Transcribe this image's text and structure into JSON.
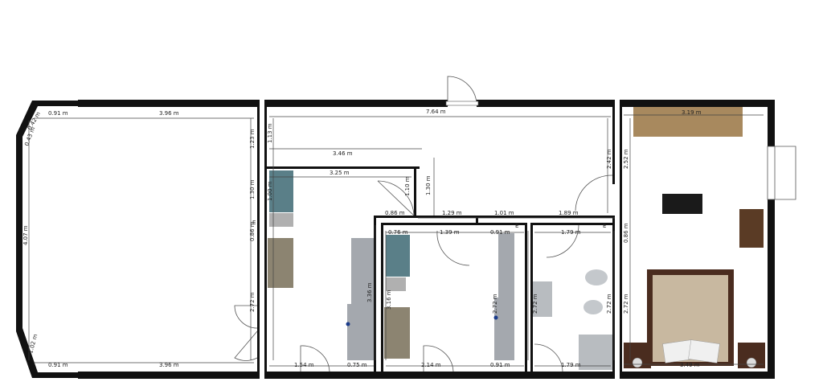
{
  "title": "",
  "dimensions": {
    "room1_top_left": "0.91 m",
    "room1_top": "3.96 m",
    "room1_corner_a": "0.42 m",
    "room1_corner_b": "0.43 m",
    "room1_height": "4.07 m",
    "room1_bottom_left": "0.91 m",
    "room1_bottom": "3.96 m",
    "room1_corner_c": "1.02 m",
    "side_1_23": "1.23 m",
    "side_1_30": "1.30 m",
    "side_0_86": "0.86 m",
    "side_2_72_a": "2.72 m",
    "hall_top": "7.64 m",
    "hall_1_13": "1.13 m",
    "hall_3_46": "3.46 m",
    "hall_3_25": "3.25 m",
    "hall_1_00": "1.00 m",
    "hall_1_10": "1.10 m",
    "hall_1_30": "1.30 m",
    "hall_0_86": "0.86 m",
    "hall_1_29": "1.29 m",
    "hall_1_01": "1.01 m",
    "hall_1_89": "1.89 m",
    "hall_2_42": "2.42 m",
    "room2_0_76": "0.76 m",
    "room2_1_39": "1.39 m",
    "room2_0_91": "0.91 m",
    "room2_3_36": "3.36 m",
    "room2_3_16": "3.16 m",
    "room2_2_72": "2.72 m",
    "room2_bottom_1_54": "1.54 m",
    "room2_bottom_0_75": "0.75 m",
    "room2_bottom_2_14": "2.14 m",
    "room2_bottom_0_91": "0.91 m",
    "bath_1_79_top": "1.79 m",
    "bath_2_72_a": "2.72 m",
    "bath_2_72_b": "2.72 m",
    "bath_1_79_bottom": "1.79 m",
    "bed_3_19": "3.19 m",
    "bed_2_52": "2.52 m",
    "bed_2_72": "2.72 m",
    "bed_3_49": "3.49 m",
    "bed_0_86": "0.86 m",
    "small_e": "E"
  }
}
